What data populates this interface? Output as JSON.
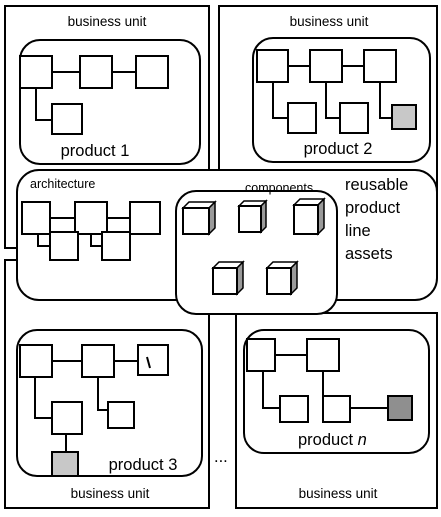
{
  "units": {
    "top_left_label": "business unit",
    "top_right_label": "business unit",
    "bottom_left_label": "business unit",
    "bottom_right_label": "business unit"
  },
  "products": {
    "p1": "product 1",
    "p2": "product 2",
    "p3": "product 3",
    "pn_prefix": "product ",
    "pn_suffix": "n"
  },
  "core": {
    "architecture_label": "architecture",
    "components_label": "components",
    "assets_lines": [
      "reusable",
      "product",
      "line",
      "assets"
    ]
  },
  "ellipsis": "...",
  "colors": {
    "line": "#000000",
    "box_fill": "#ffffff",
    "shaded_light": "#c8c8c8",
    "shaded_dark": "#8f8f8f",
    "cube_side": "#9a9a9a"
  }
}
